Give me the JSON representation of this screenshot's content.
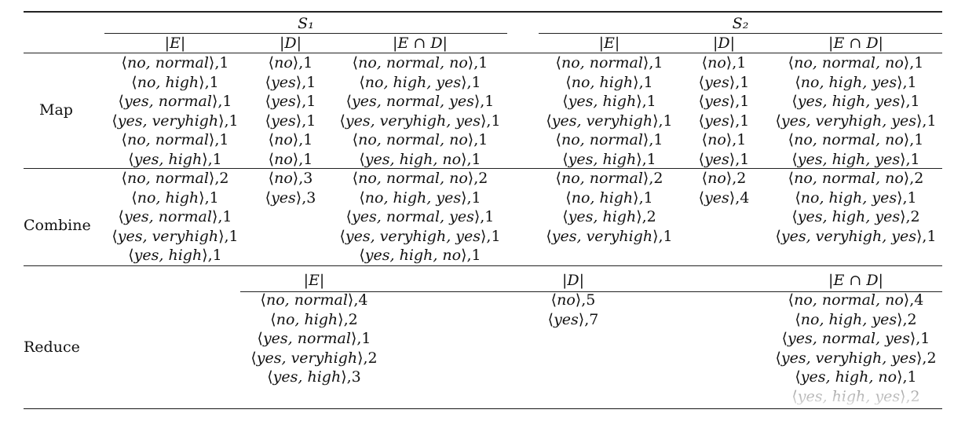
{
  "headers": {
    "s1": "S₁",
    "s2": "S₂",
    "e": "|E|",
    "d": "|D|",
    "ed": "|E ∩ D|"
  },
  "row_labels": {
    "map": "Map",
    "combine": "Combine",
    "reduce": "Reduce"
  },
  "map": {
    "s1_e": [
      "⟨no, normal⟩,1",
      "⟨no, high⟩,1",
      "⟨yes, normal⟩,1",
      "⟨yes, veryhigh⟩,1",
      "⟨no, normal⟩,1",
      "⟨yes, high⟩,1"
    ],
    "s1_d": [
      "⟨no⟩,1",
      "⟨yes⟩,1",
      "⟨yes⟩,1",
      "⟨yes⟩,1",
      "⟨no⟩,1",
      "⟨no⟩,1"
    ],
    "s1_ed": [
      "⟨no, normal, no⟩,1",
      "⟨no, high, yes⟩,1",
      "⟨yes, normal, yes⟩,1",
      "⟨yes, veryhigh, yes⟩,1",
      "⟨no, normal, no⟩,1",
      "⟨yes, high, no⟩,1"
    ],
    "s2_e": [
      "⟨no, normal⟩,1",
      "⟨no, high⟩,1",
      "⟨yes, high⟩,1",
      "⟨yes, veryhigh⟩,1",
      "⟨no, normal⟩,1",
      "⟨yes, high⟩,1"
    ],
    "s2_d": [
      "⟨no⟩,1",
      "⟨yes⟩,1",
      "⟨yes⟩,1",
      "⟨yes⟩,1",
      "⟨no⟩,1",
      "⟨yes⟩,1"
    ],
    "s2_ed": [
      "⟨no, normal, no⟩,1",
      "⟨no, high, yes⟩,1",
      "⟨yes, high, yes⟩,1",
      "⟨yes, veryhigh, yes⟩,1",
      "⟨no, normal, no⟩,1",
      "⟨yes, high, yes⟩,1"
    ]
  },
  "combine": {
    "s1_e": [
      "⟨no, normal⟩,2",
      "⟨no, high⟩,1",
      "⟨yes, normal⟩,1",
      "⟨yes, veryhigh⟩,1",
      "⟨yes, high⟩,1"
    ],
    "s1_d": [
      "⟨no⟩,3",
      "⟨yes⟩,3"
    ],
    "s1_ed": [
      "⟨no, normal, no⟩,2",
      "⟨no, high, yes⟩,1",
      "⟨yes, normal, yes⟩,1",
      "⟨yes, veryhigh, yes⟩,1",
      "⟨yes, high, no⟩,1"
    ],
    "s2_e": [
      "⟨no, normal⟩,2",
      "⟨no, high⟩,1",
      "⟨yes, high⟩,2",
      "⟨yes, veryhigh⟩,1"
    ],
    "s2_d": [
      "⟨no⟩,2",
      "⟨yes⟩,4"
    ],
    "s2_ed": [
      "⟨no, normal, no⟩,2",
      "⟨no, high, yes⟩,1",
      "⟨yes, high, yes⟩,2",
      "⟨yes, veryhigh, yes⟩,1"
    ]
  },
  "reduce": {
    "e": [
      "⟨no, normal⟩,4",
      "⟨no, high⟩,2",
      "⟨yes, normal⟩,1",
      "⟨yes, veryhigh⟩,2",
      "⟨yes, high⟩,3"
    ],
    "d": [
      "⟨no⟩,5",
      "⟨yes⟩,7"
    ],
    "ed": [
      "⟨no, normal, no⟩,4",
      "⟨no, high, yes⟩,2",
      "⟨yes, normal, yes⟩,1",
      "⟨yes, veryhigh, yes⟩,2",
      "⟨yes, high, no⟩,1",
      "⟨yes, high, yes⟩,2"
    ]
  }
}
